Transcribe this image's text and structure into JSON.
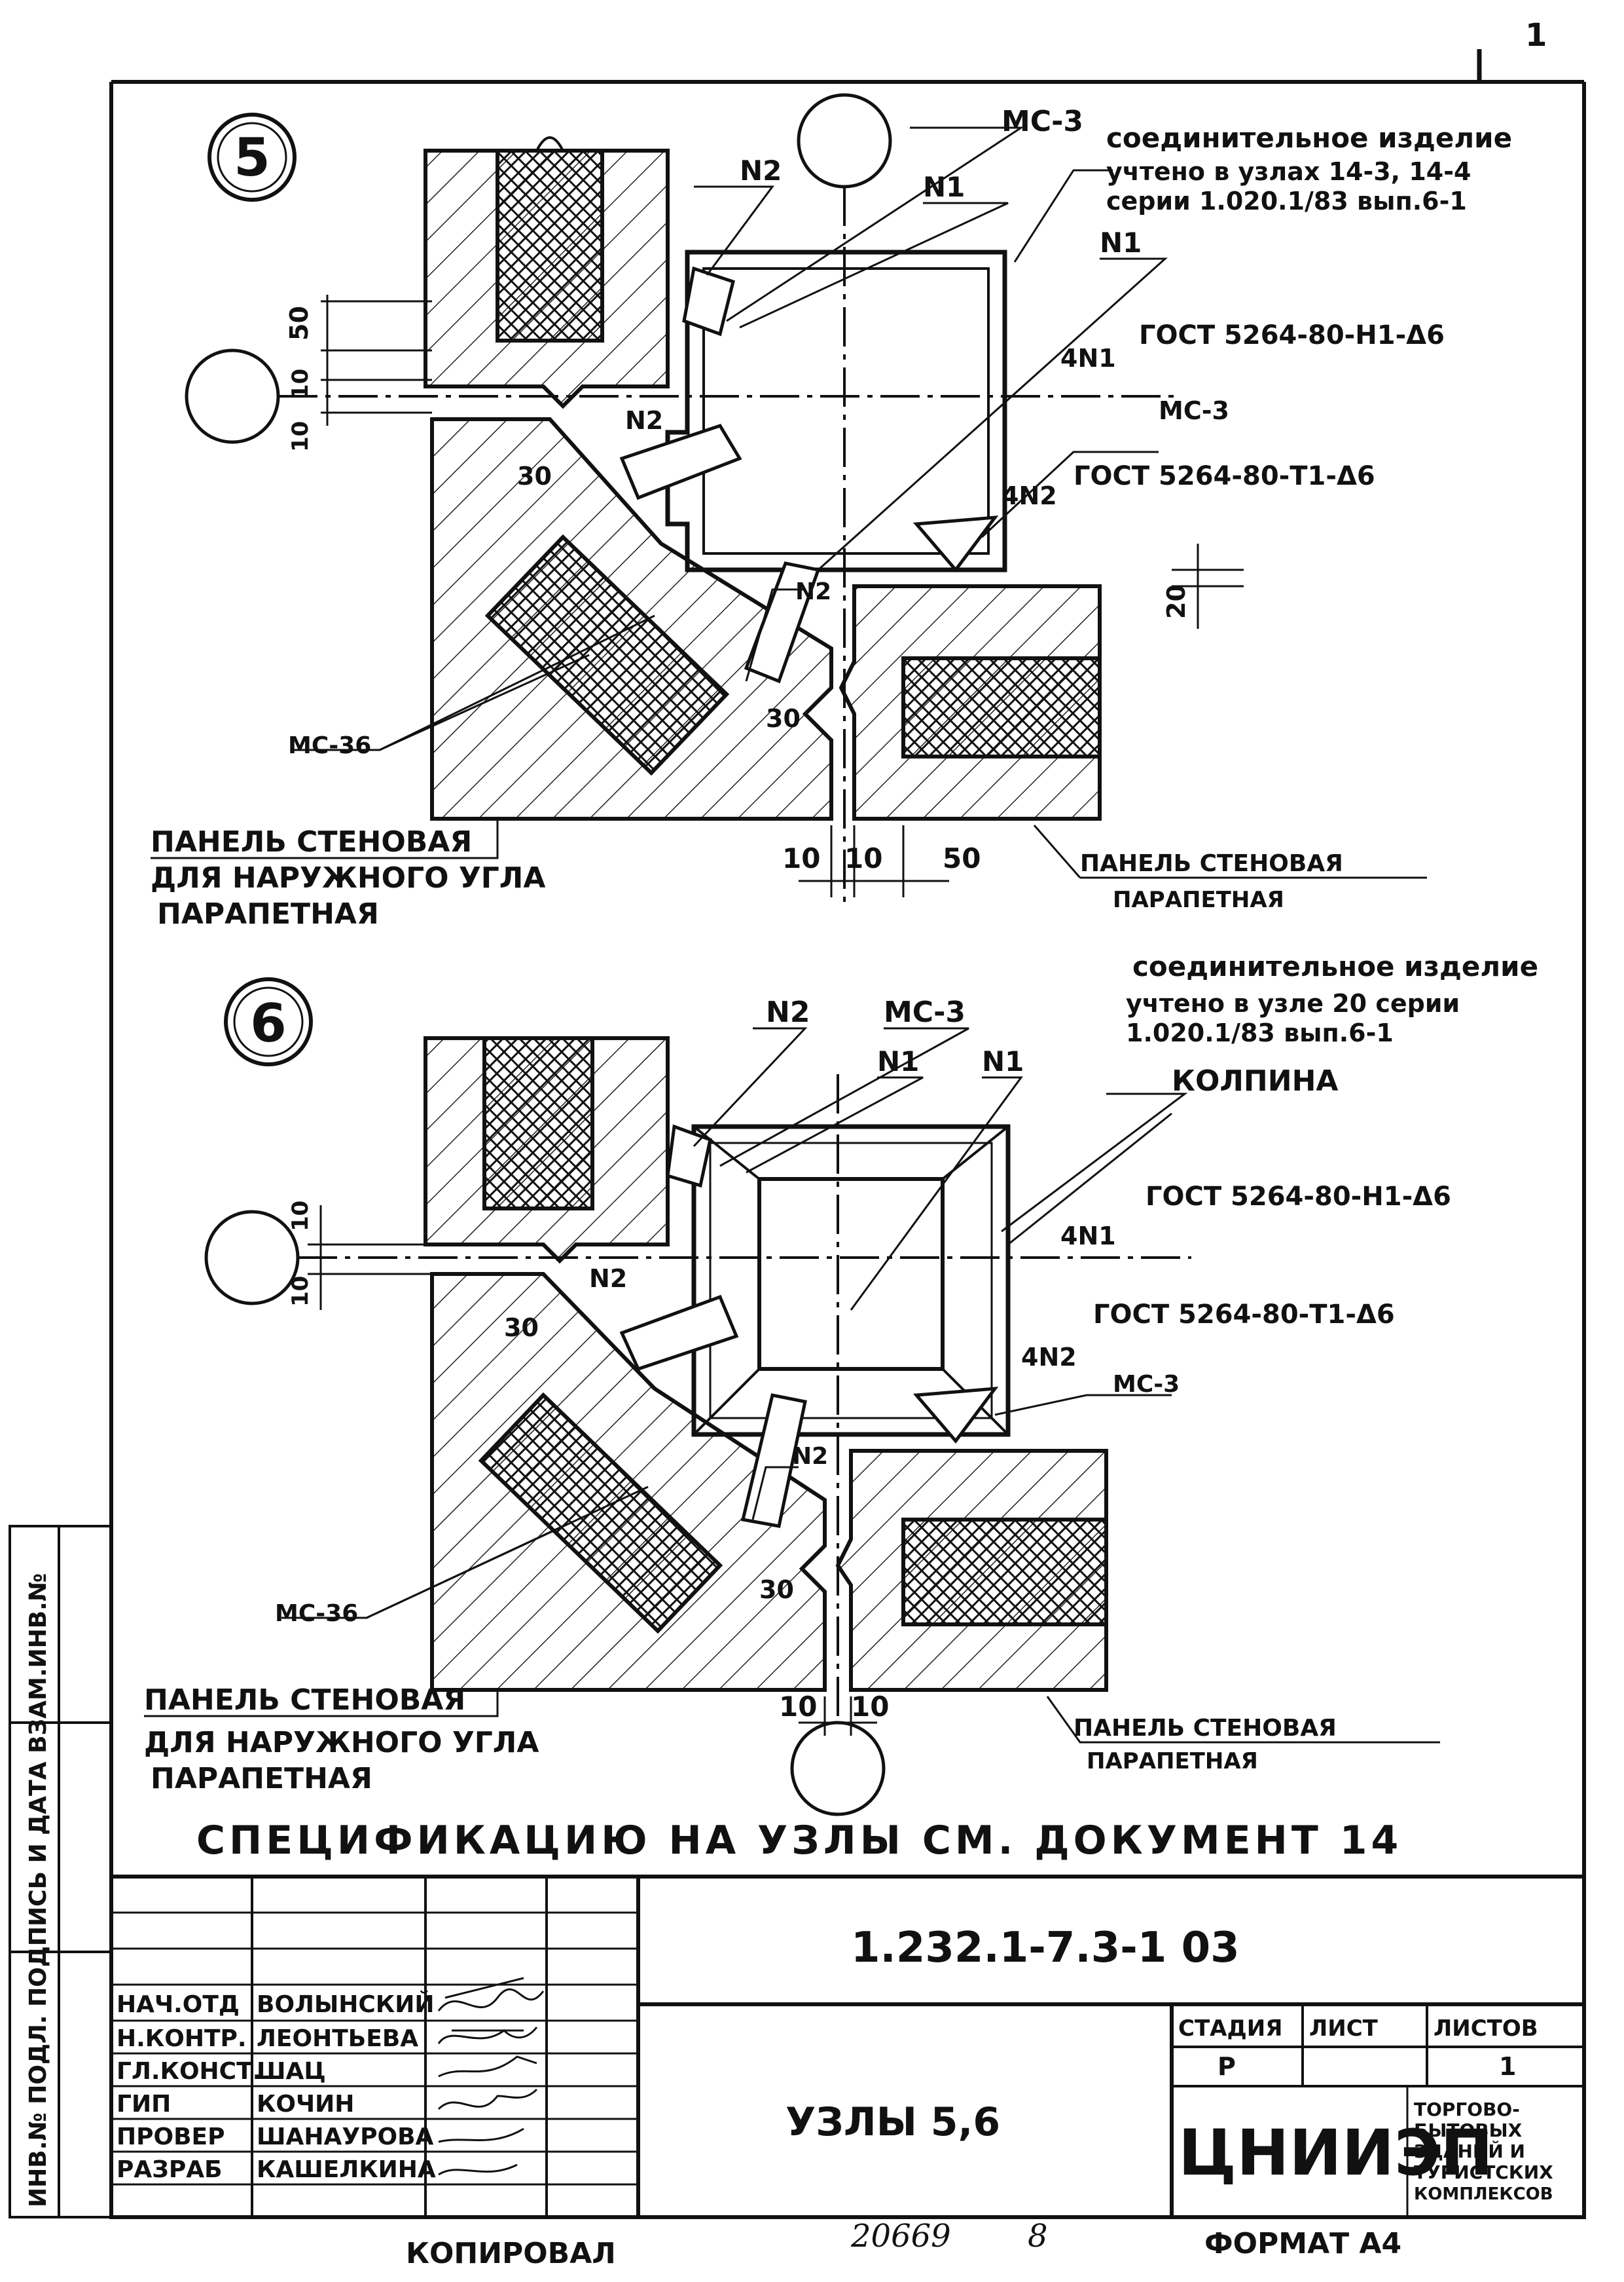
{
  "sheet": {
    "corner_mark": "1",
    "stamp_label": "ИНВ.№ ПОДЛ. ПОДПИСЬ И ДАТА ВЗАМ.ИНВ.№"
  },
  "node5": {
    "number": "5",
    "label_ms3_top": "МС-3",
    "label_n2_top": "N2",
    "label_n1_top": "N1",
    "label_n1_right": "N1",
    "connector_title": "соединительное изделие",
    "connector_note_1": "учтено в узлах 14-3, 14-4",
    "connector_note_2": "серии 1.020.1/83 вып.6-1",
    "weld_4n1": "4N1",
    "gost_n1": "ГОСТ 5264-80-Н1-Δ6",
    "label_ms3_mid": "МС-3",
    "label_n2_mid": "N2",
    "weld_4n2": "4N2",
    "gost_t1": "ГОСТ 5264-80-Т1-Δ6",
    "label_n2_low": "N2",
    "dim_50": "50",
    "dim_10a": "10",
    "dim_10b": "10",
    "dim_30a": "30",
    "dim_30b": "30",
    "dim_20": "20",
    "label_ms36": "МС-36",
    "panel_left_1": "ПАНЕЛЬ СТЕНОВАЯ",
    "panel_left_2": "ДЛЯ НАРУЖНОГО УГЛА",
    "panel_left_3": "ПАРАПЕТНАЯ",
    "dim_bottom_1": "10",
    "dim_bottom_2": "10",
    "dim_bottom_3": "50",
    "panel_right_1": "ПАНЕЛЬ СТЕНОВАЯ",
    "panel_right_2": "ПАРАПЕТНАЯ"
  },
  "node6": {
    "number": "6",
    "label_n2_top": "N2",
    "label_ms3_top": "МС-3",
    "label_n1_a": "N1",
    "label_n1_b": "N1",
    "connector_title": "соединительное изделие",
    "connector_note_1": "учтено в узле 20 серии",
    "connector_note_2": "1.020.1/83 вып.6-1",
    "label_kolpina": "КОЛПИНА",
    "weld_4n1": "4N1",
    "gost_n1": "ГОСТ 5264-80-Н1-Δ6",
    "weld_4n2": "4N2",
    "gost_t1": "ГОСТ 5264-80-Т1-Δ6",
    "label_ms3_mid": "МС-3",
    "label_n2_mid": "N2",
    "label_n2_low": "N2",
    "dim_10a": "10",
    "dim_10b": "10",
    "dim_30a": "30",
    "dim_30b": "30",
    "label_ms36": "МС-36",
    "panel_left_1": "ПАНЕЛЬ СТЕНОВАЯ",
    "panel_left_2": "ДЛЯ НАРУЖНОГО УГЛА",
    "panel_left_3": "ПАРАПЕТНАЯ",
    "dim_bottom_1": "10",
    "dim_bottom_2": "10",
    "panel_right_1": "ПАНЕЛЬ СТЕНОВАЯ",
    "panel_right_2": "ПАРАПЕТНАЯ"
  },
  "spec_note": "СПЕЦИФИКАЦИЮ НА УЗЛЫ СМ. ДОКУМЕНТ 14",
  "title_block": {
    "doc_code": "1.232.1-7.3-1 03",
    "sheet_title": "УЗЛЫ 5,6",
    "stage_header": "СТАДИЯ",
    "sheet_header": "ЛИСТ",
    "sheets_header": "ЛИСТОВ",
    "stage_value": "Р",
    "sheets_value": "1",
    "org_logo": "ЦНИИЭП",
    "org_name_1": "ТОРГОВО-",
    "org_name_2": "БЫТОВЫХ",
    "org_name_3": "ЗДАНИЙ И",
    "org_name_4": "ТУРИСТСКИХ",
    "org_name_5": "КОМПЛЕКСОВ",
    "staff": [
      {
        "role": "НАЧ.ОТД",
        "name": "ВОЛЫНСКИЙ"
      },
      {
        "role": "Н.КОНТР.",
        "name": "ЛЕОНТЬЕВА"
      },
      {
        "role": "ГЛ.КОНСТ.",
        "name": "ШАЦ"
      },
      {
        "role": "ГИП",
        "name": "КОЧИН"
      },
      {
        "role": "ПРОВЕР",
        "name": "ШАНАУРОВА"
      },
      {
        "role": "РАЗРАБ",
        "name": "КАШЕЛКИНА"
      }
    ]
  },
  "footer": {
    "copied": "КОПИРОВАЛ",
    "number": "20669",
    "sheet_no": "8",
    "format": "ФОРМАТ А4"
  }
}
